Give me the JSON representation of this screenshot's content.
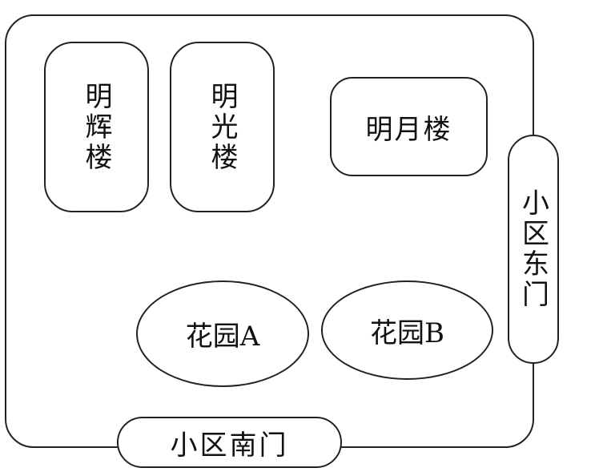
{
  "diagram": {
    "buildings": [
      {
        "id": "minghui",
        "label": "明辉楼"
      },
      {
        "id": "mingguang",
        "label": "明光楼"
      },
      {
        "id": "mingyue",
        "label": "明月楼"
      }
    ],
    "gardens": [
      {
        "id": "garden_a",
        "label": "花园A"
      },
      {
        "id": "garden_b",
        "label": "花园B"
      }
    ],
    "gates": {
      "east": "小区东门",
      "south": "小区南门"
    }
  }
}
